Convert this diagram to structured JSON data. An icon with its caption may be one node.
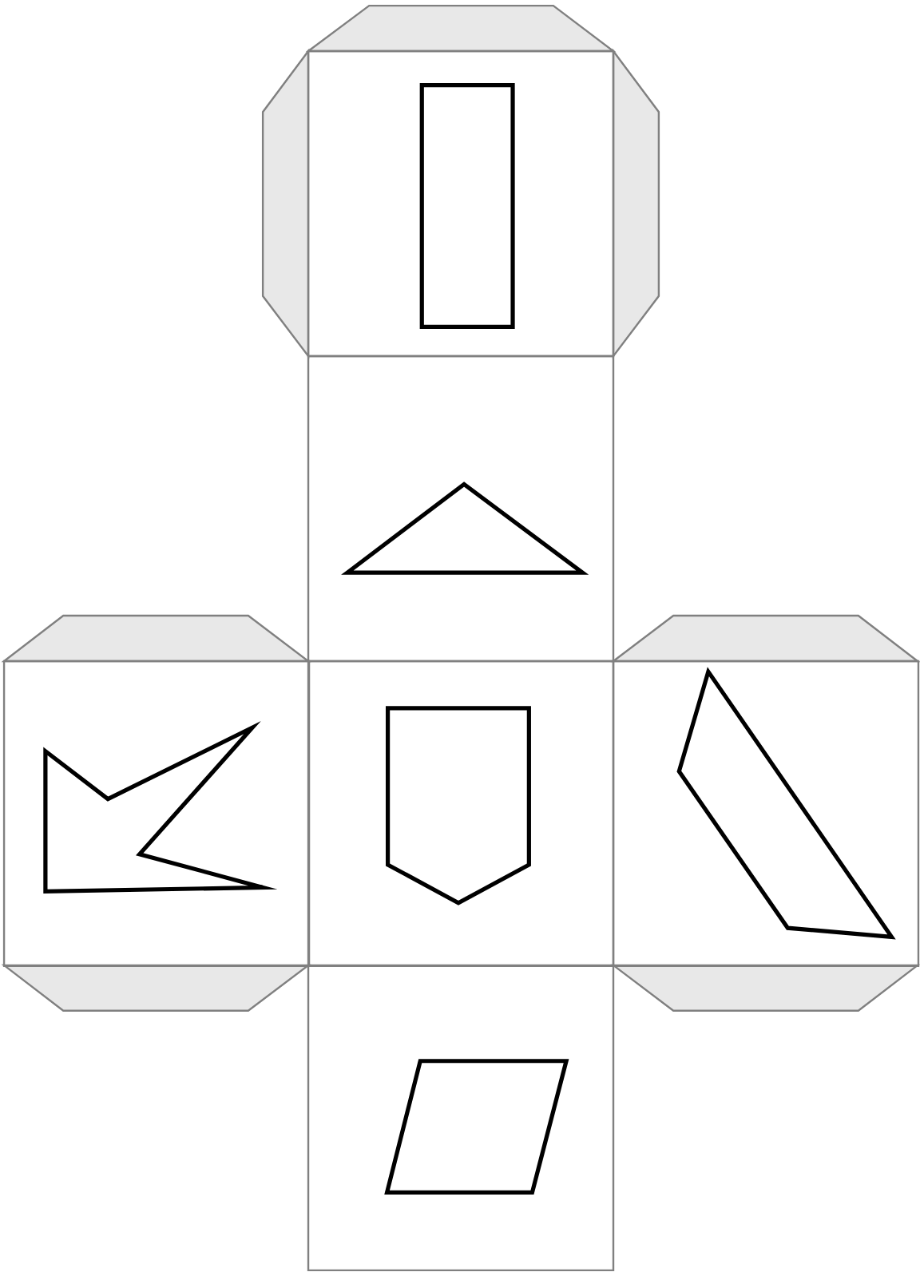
{
  "diagram": {
    "nodes": [
      {
        "text": [],
        "shape": "box"
      },
      {
        "text": [],
        "shape": "box",
        "in": 0
      },
      {
        "text": [],
        "shape": "box"
      },
      {
        "text": [],
        "shape": "triangle",
        "in": 2
      },
      {
        "text": [],
        "shape": "box"
      },
      {
        "text": [],
        "shape": "arrow",
        "in": 4
      },
      {
        "text": [],
        "shape": "box"
      },
      {
        "text": [],
        "shape": "pentagon",
        "in": 6
      },
      {
        "text": [],
        "shape": "box"
      },
      {
        "text": [],
        "shape": "parallelogram",
        "in": 8
      },
      {
        "text": [],
        "shape": "box"
      },
      {
        "text": [],
        "shape": "parallelogram",
        "in": 10
      }
    ]
  }
}
